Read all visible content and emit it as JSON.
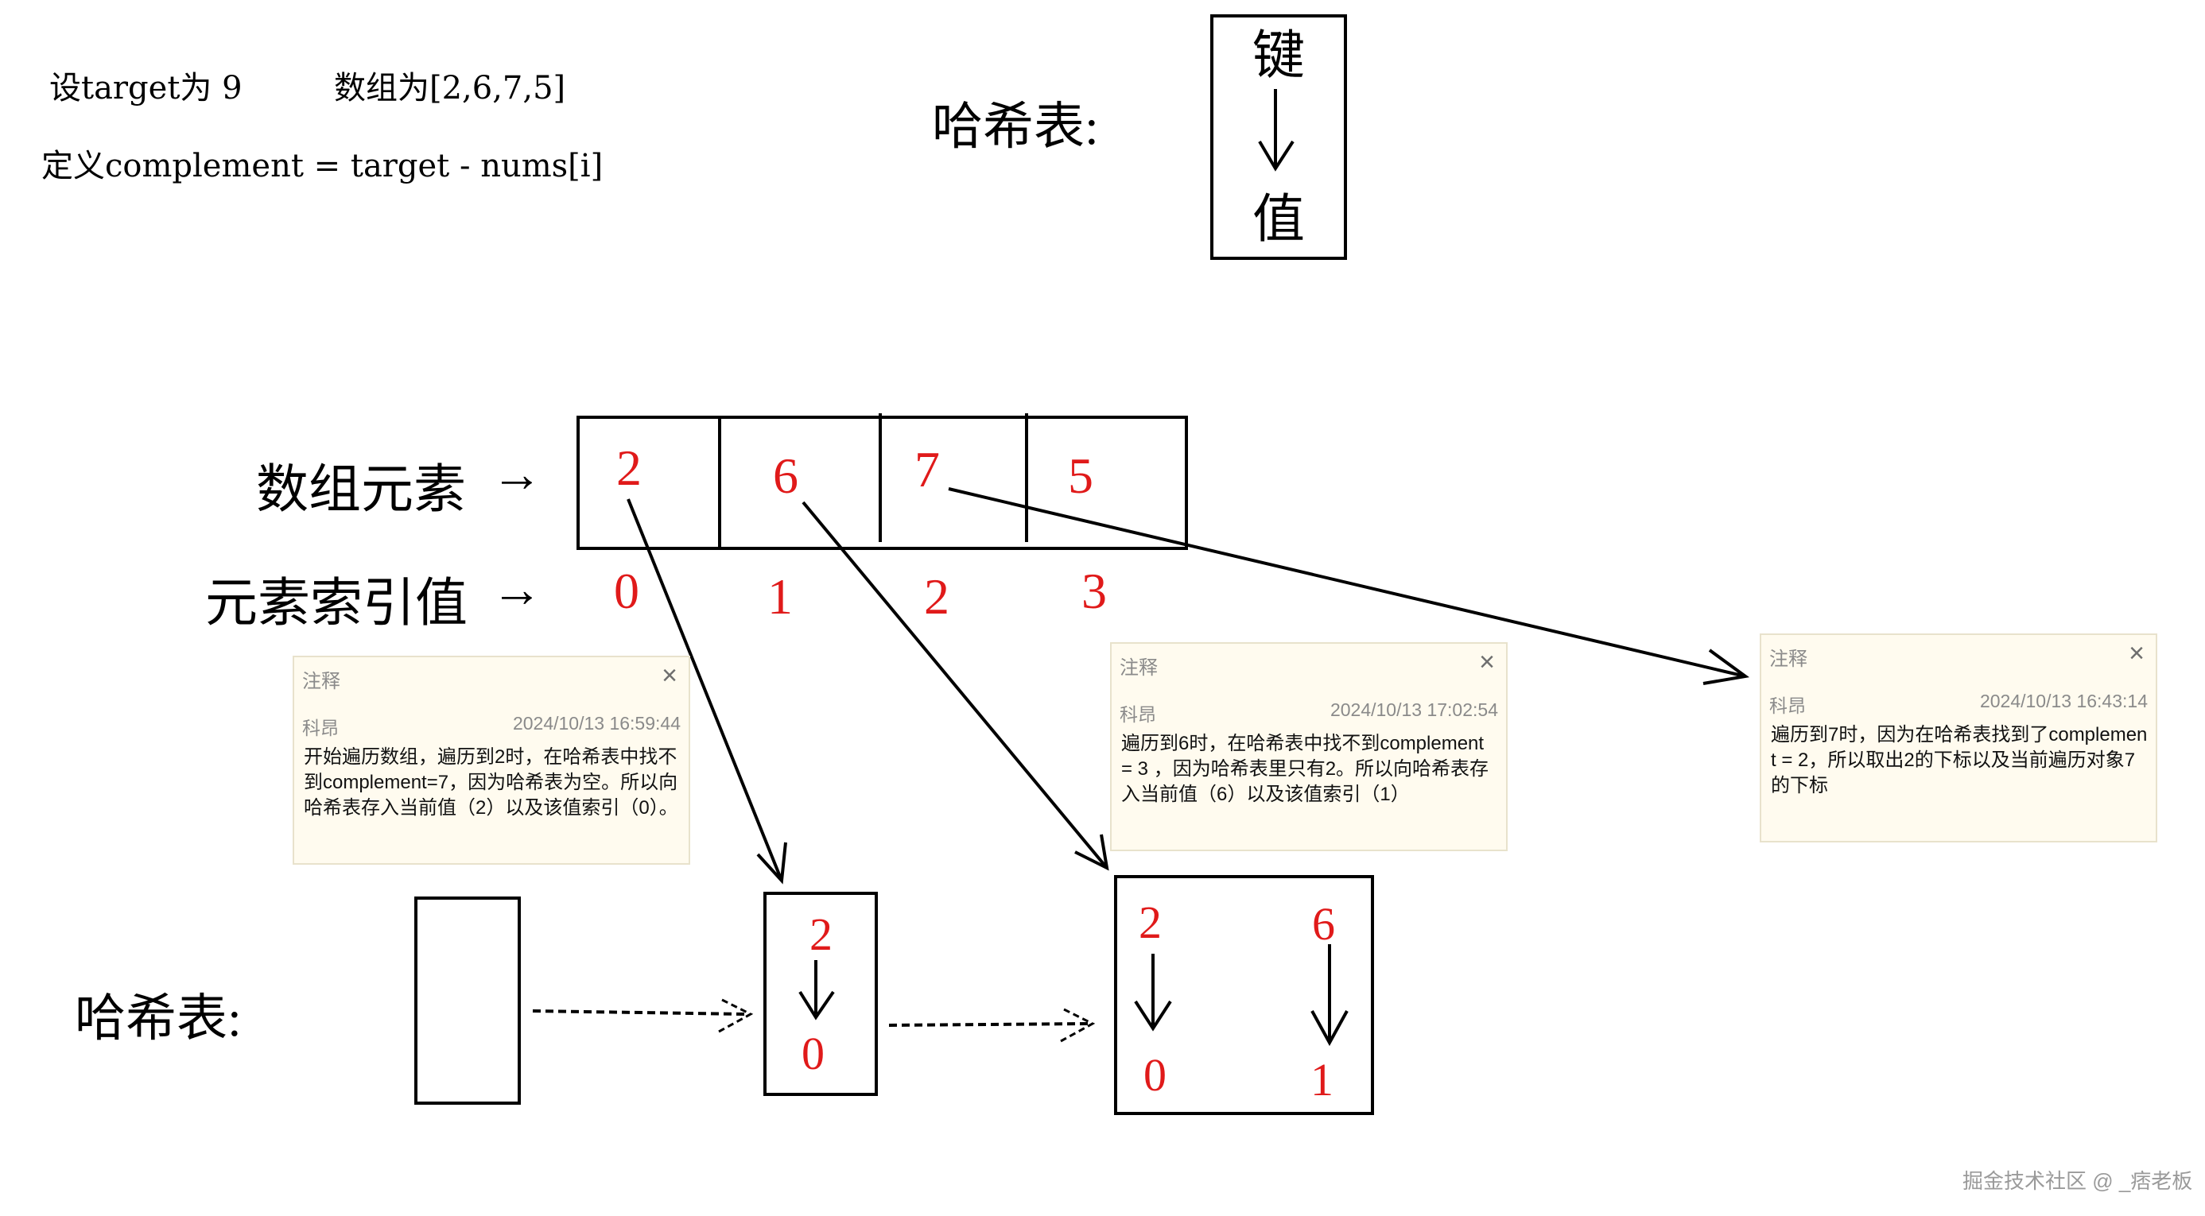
{
  "header": {
    "line1_left": "设target为 9",
    "line1_right": "数组为[2,6,7,5]",
    "line2": "定义complement = target - nums[i]"
  },
  "legend": {
    "title": "哈希表:",
    "key": "键",
    "value": "值"
  },
  "array": {
    "elements_label": "数组元素",
    "index_label": "元素索引值",
    "arrow_glyph": "→",
    "elements": [
      "2",
      "6",
      "7",
      "5"
    ],
    "indices": [
      "0",
      "1",
      "2",
      "3"
    ]
  },
  "hashmap": {
    "label": "哈希表:",
    "step1": {
      "key": "2",
      "value": "0"
    },
    "step2": [
      {
        "key": "2",
        "value": "0"
      },
      {
        "key": "6",
        "value": "1"
      }
    ]
  },
  "notes": [
    {
      "header": "注释",
      "close": "×",
      "author": "科昂",
      "timestamp": "2024/10/13 16:59:44",
      "body": "开始遍历数组，遍历到2时，在哈希表中找不到complement=7，因为哈希表为空。所以向哈希表存入当前值（2）以及该值索引（0）。"
    },
    {
      "header": "注释",
      "close": "×",
      "author": "科昂",
      "timestamp": "2024/10/13 17:02:54",
      "body": "遍历到6时，在哈希表中找不到complement = 3 ，因为哈希表里只有2。所以向哈希表存入当前值（6）以及该值索引（1）"
    },
    {
      "header": "注释",
      "close": "×",
      "author": "科昂",
      "timestamp": "2024/10/13 16:43:14",
      "body": "遍历到7时，因为在哈希表找到了complement = 2，所以取出2的下标以及当前遍历对象7的下标"
    }
  ],
  "watermark": "掘金技术社区 @ _痞老板",
  "colors": {
    "accent_red": "#e01a1a",
    "note_bg": "#fffbef"
  }
}
